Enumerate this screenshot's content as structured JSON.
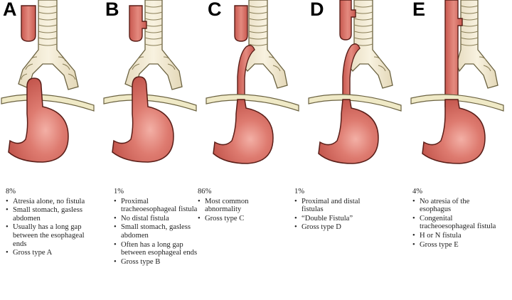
{
  "colors": {
    "esophagus": "#d2655c",
    "esophagus_stroke": "#5a1e18",
    "trachea": "#f1e8cf",
    "trachea_stroke": "#6b6240",
    "diaphragm": "#efe9c6",
    "text": "#222222"
  },
  "panels": [
    {
      "letter": "A",
      "percent": "8%",
      "bullets": [
        "Atresia alone, no fistula",
        "Small stomach, gasless abdomen",
        "Usually has a long gap between the esophageal ends",
        "Gross type A"
      ]
    },
    {
      "letter": "B",
      "percent": "1%",
      "bullets": [
        "Proximal tracheoesophageal fistula",
        "No distal fistula",
        "Small stomach, gasless abdomen",
        "Often has a long gap between esophageal ends",
        "Gross type B"
      ]
    },
    {
      "letter": "C",
      "percent": "86%",
      "bullets": [
        "Most common abnormality",
        "Gross type C"
      ]
    },
    {
      "letter": "D",
      "percent": "1%",
      "bullets": [
        "Proximal and distal fistulas",
        "“Double Fistula”",
        "Gross type D"
      ]
    },
    {
      "letter": "E",
      "percent": "4%",
      "bullets": [
        "No atresia of the esophagus",
        "Congenital tracheoesophageal fistula",
        "H or N fistula",
        "Gross type E"
      ]
    }
  ]
}
